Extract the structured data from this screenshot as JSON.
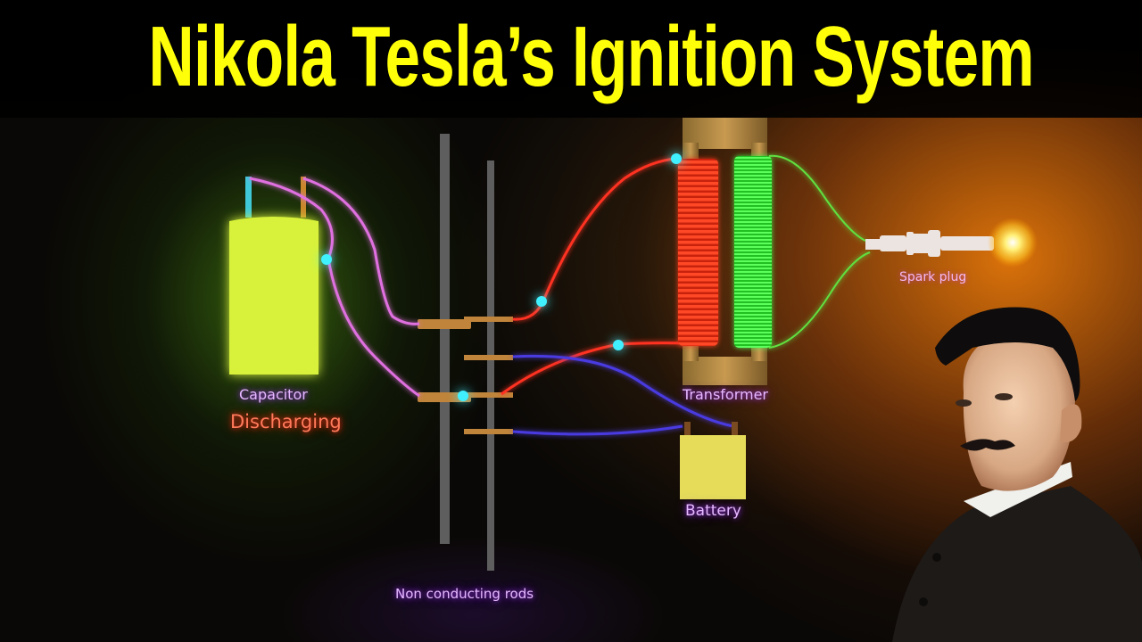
{
  "title": "Nikola Tesla’s Ignition System",
  "labels": {
    "capacitor": "Capacitor",
    "capacitor_state": "Discharging",
    "transformer": "Transformer",
    "spark_plug": "Spark plug",
    "battery": "Battery",
    "rods": "Non conducting rods"
  },
  "colors": {
    "title": "#ffff0a",
    "capacitor": "#d8f23a",
    "battery": "#e6dc5a",
    "primary_coil": "#ff3a1a",
    "secondary_coil": "#3cf03c",
    "wire_pink": "#e070e0",
    "wire_red": "#ff3020",
    "wire_blue": "#4a3ae0",
    "node_glow": "#40f0ff",
    "rod": "#6a6a6a",
    "contact": "#c0843a"
  },
  "portrait": {
    "subject": "Nikola Tesla"
  }
}
